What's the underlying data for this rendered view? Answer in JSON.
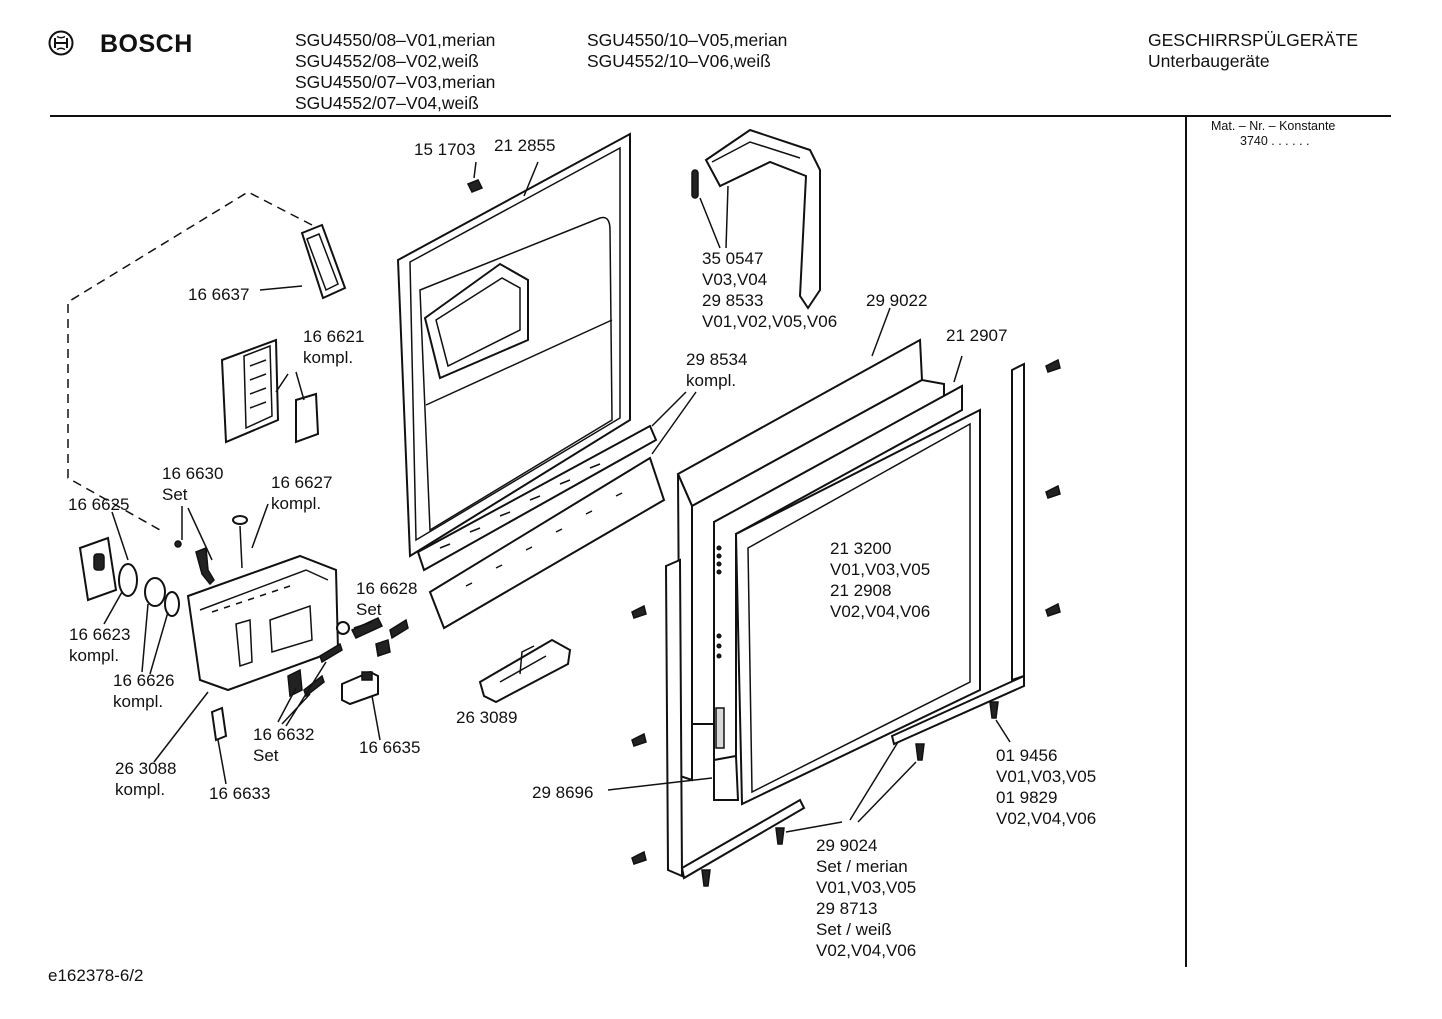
{
  "header": {
    "brand": "BOSCH",
    "models_col1": [
      "SGU4550/08–V01,merian",
      "SGU4552/08–V02,weiß",
      "SGU4550/07–V03,merian",
      "SGU4552/07–V04,weiß"
    ],
    "models_col2": [
      "SGU4550/10–V05,merian",
      "SGU4552/10–V06,weiß"
    ],
    "category": "GESCHIRRSPÜLGERÄTE",
    "subcategory": "Unterbaugeräte"
  },
  "side_panel": {
    "line1": "Mat. – Nr. – Konstante",
    "line2": "3740  .  .  .  .  .  ."
  },
  "footer": {
    "doc_id": "e162378-6/2"
  },
  "parts": {
    "p151703": "15 1703",
    "p212855": "21 2855",
    "p350547": [
      "35 0547",
      "V03,V04",
      "29 8533",
      "V01,V02,V05,V06"
    ],
    "p166637": "16 6637",
    "p166621": [
      "16 6621",
      "kompl."
    ],
    "p298534": [
      "29 8534",
      "kompl."
    ],
    "p299022": "29 9022",
    "p212907": "21 2907",
    "p166630": [
      "16 6630",
      "Set"
    ],
    "p166627": [
      "16 6627",
      "kompl."
    ],
    "p166625": "16 6625",
    "p166628": [
      "16 6628",
      "Set"
    ],
    "p213200": [
      "21 3200",
      "V01,V03,V05",
      "21 2908",
      "V02,V04,V06"
    ],
    "p166623": [
      "16 6623",
      "kompl."
    ],
    "p166626": [
      "16 6626",
      "kompl."
    ],
    "p263089": "26 3089",
    "p166632": [
      "16 6632",
      "Set"
    ],
    "p166635": "16 6635",
    "p263088": [
      "26 3088",
      "kompl."
    ],
    "p166633": "16 6633",
    "p298696": "29 8696",
    "p019456": [
      "01 9456",
      "V01,V03,V05",
      "01 9829",
      "V02,V04,V06"
    ],
    "p299024": [
      "29 9024",
      "Set / merian",
      "V01,V03,V05",
      "29 8713",
      "Set / weiß",
      "V02,V04,V06"
    ]
  }
}
